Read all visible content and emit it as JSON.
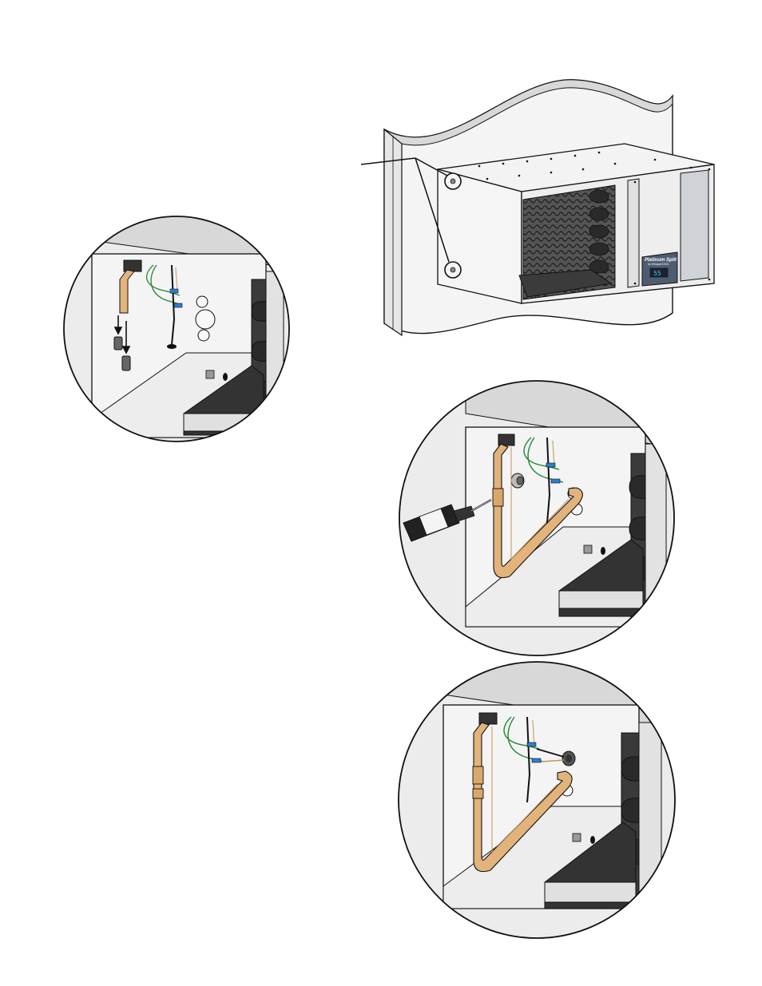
{
  "unit": {
    "brand_label": "Platinum Split",
    "brand_sublabel": "by WhisperKOOL",
    "display_reading": "55"
  },
  "colors": {
    "outline": "#111111",
    "wall": "#f2f2f2",
    "wall_shade": "#d9d9d9",
    "cabinet": "#f3f3f3",
    "cabinet_shade": "#e4e4e4",
    "coil": "#3a3a3a",
    "copper": "#e2b37a",
    "copper_dark": "#c8925a",
    "panel": "#4d5c70",
    "display": "#1a2230",
    "wire_green": "#2e8b3e",
    "wire_blue": "#2c7fd1",
    "tray": "#333333"
  }
}
